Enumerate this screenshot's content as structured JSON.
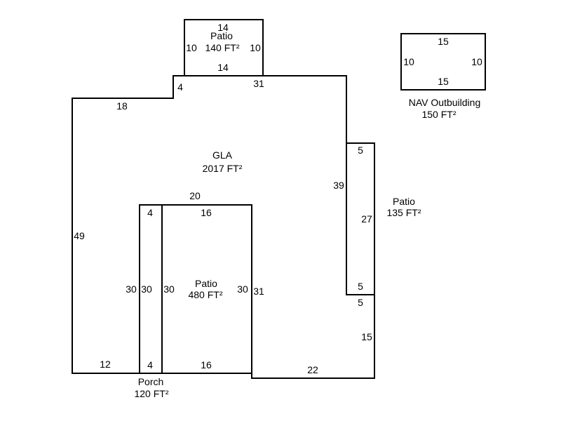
{
  "colors": {
    "line": "#000000",
    "background": "#ffffff"
  },
  "areas": {
    "gla": {
      "name": "GLA",
      "area": "2017 FT²"
    },
    "patio_top": {
      "name": "Patio",
      "area": "140 FT²"
    },
    "patio_right": {
      "name": "Patio",
      "area": "135 FT²"
    },
    "patio_center": {
      "name": "Patio",
      "area": "480 FT²"
    },
    "porch": {
      "name": "Porch",
      "area": "120 FT²"
    },
    "outbuilding": {
      "name": "NAV Outbuilding",
      "area": "150 FT²"
    }
  },
  "dims": {
    "gla": [
      "18",
      "4",
      "31",
      "39",
      "5",
      "15",
      "22",
      "12",
      "49",
      "20"
    ],
    "patio_top": [
      "14",
      "10",
      "10",
      "14"
    ],
    "patio_right": [
      "5",
      "27",
      "5"
    ],
    "porch": [
      "4",
      "30",
      "30",
      "4"
    ],
    "patio_center": [
      "16",
      "30",
      "30",
      "16",
      "31"
    ],
    "outbuilding": [
      "15",
      "10",
      "10",
      "15"
    ]
  }
}
